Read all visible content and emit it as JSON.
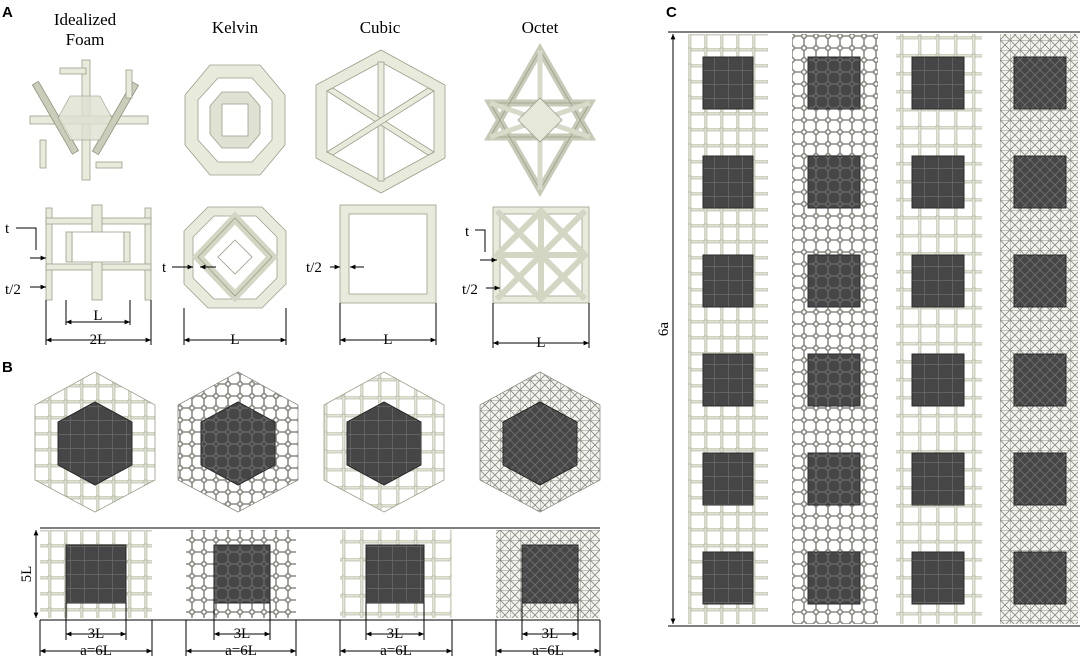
{
  "panels": {
    "a": "A",
    "b": "B",
    "c": "C"
  },
  "columns": {
    "foam_line1": "Idealized",
    "foam_line2": "Foam",
    "kelvin": "Kelvin",
    "cubic": "Cubic",
    "octet": "Octet"
  },
  "dims_a": {
    "foam_t": "t",
    "foam_t2": "t/2",
    "foam_L": "L",
    "foam_2L": "2L",
    "kelvin_t": "t",
    "kelvin_L": "L",
    "cubic_t2": "t/2",
    "cubic_L": "L",
    "octet_t": "t",
    "octet_t2": "t/2",
    "octet_L": "L"
  },
  "dims_b": {
    "height": "5L",
    "inner": "3L",
    "outer": "a=6L"
  },
  "dims_c": {
    "height": "6a"
  },
  "colors": {
    "strut": "#e8ebdc",
    "core": "#4a4a4a"
  }
}
